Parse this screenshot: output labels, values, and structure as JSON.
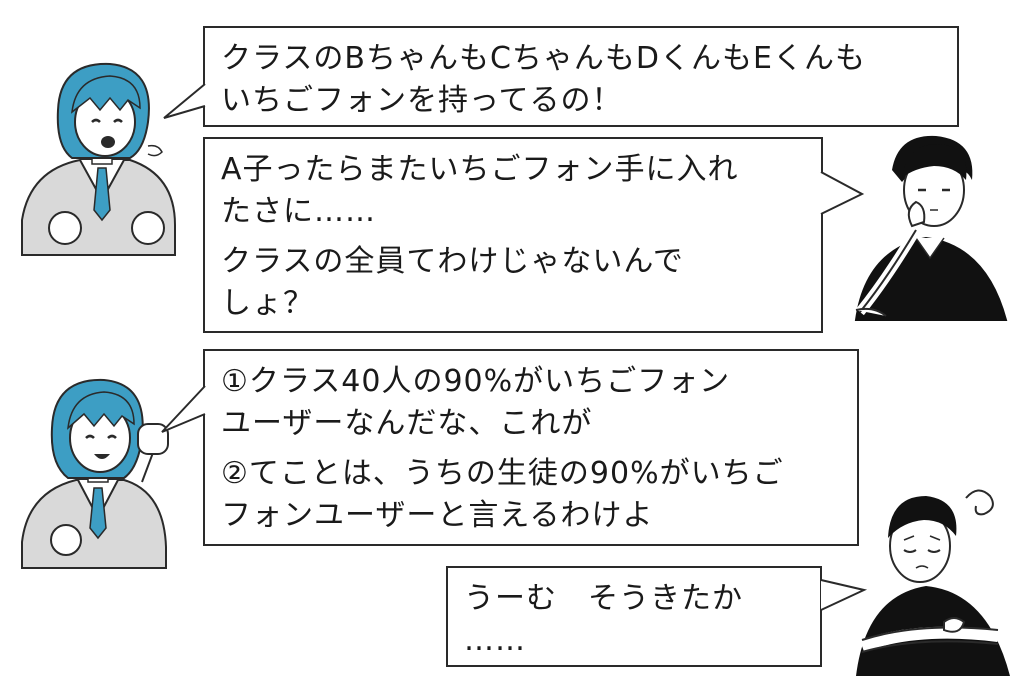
{
  "dialogue": [
    {
      "speaker": "student",
      "lines": [
        "クラスのBちゃんもCちゃんもDくんもEくんも\nいちごフォンを持ってるの！"
      ]
    },
    {
      "speaker": "parent",
      "lines": [
        "A子ったらまたいちごフォン手に入れ\nたさに……",
        "クラスの全員てわけじゃないんで\nしょ？"
      ]
    },
    {
      "speaker": "student",
      "lines": [
        "①クラス40人の90%がいちごフォン\nユーザーなんだな、これが",
        "②てことは、うちの生徒の90%がいちご\nフォンユーザーと言えるわけよ"
      ]
    },
    {
      "speaker": "parent",
      "lines": [
        "うーむ　そうきたか\n……"
      ]
    }
  ],
  "colors": {
    "hair_student": "#3d9ec4",
    "tie_student": "#3d9ec4",
    "blazer_student": "#d9d9d9",
    "hair_parent": "#111111",
    "shirt_parent": "#111111",
    "outline": "#2a2a2a"
  }
}
